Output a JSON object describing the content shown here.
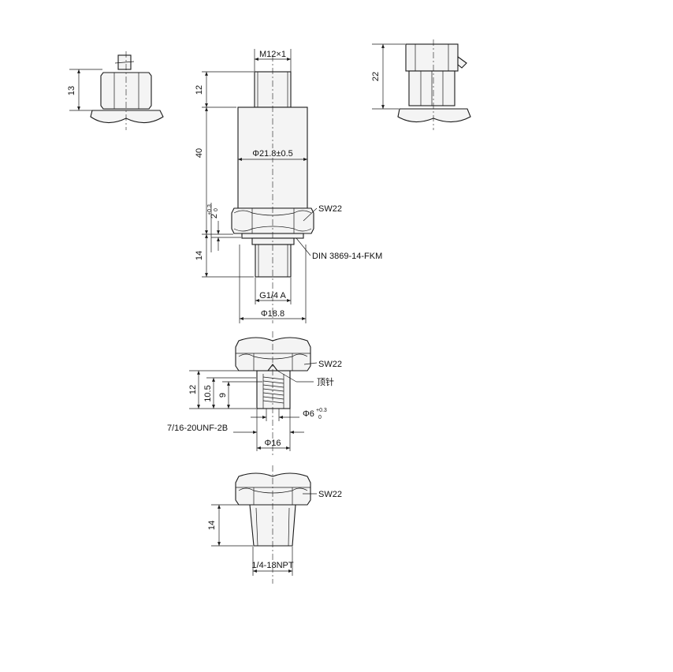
{
  "drawing": {
    "top_thread": "M12×1",
    "top_thread_length": "12",
    "body_length": "40",
    "body_diameter": "Φ21.8±0.5",
    "hex_size": "SW22",
    "gap_value": "2",
    "gap_tolerance_upper": "+0.3",
    "gap_tolerance_lower": "0",
    "seal_spec": "DIN 3869-14-FKM",
    "g_thread_length": "14",
    "g_thread": "G1/4 A",
    "base_diameter": "Φ18.8",
    "side_view_left_height": "13",
    "side_view_right_height": "22",
    "unf_dim_12": "12",
    "unf_dim_10_5": "10.5",
    "unf_dim_9": "9",
    "unf_pin_label": "顶针",
    "unf_bore": "Φ6",
    "unf_bore_tol_upper": "+0.3",
    "unf_bore_tol_lower": "0",
    "unf_thread": "7/16-20UNF-2B",
    "unf_diameter": "Φ16",
    "npt_length": "14",
    "npt_thread": "1/4-18NPT"
  }
}
